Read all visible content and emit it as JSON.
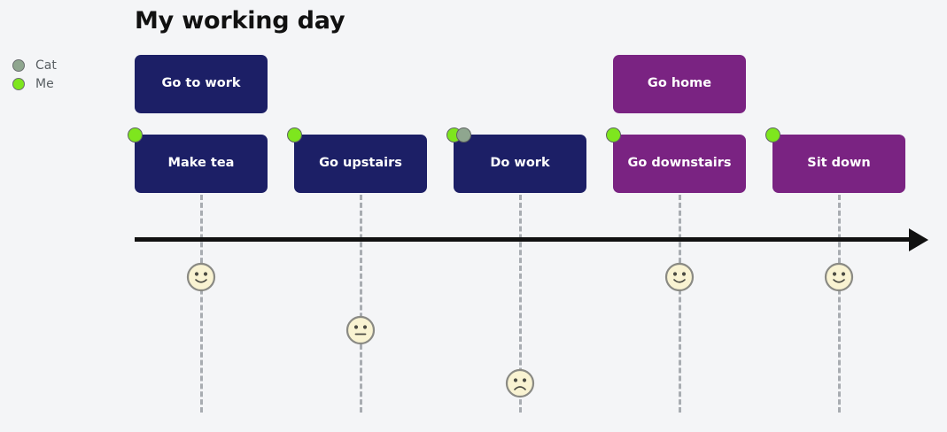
{
  "header": {
    "title": "My working day"
  },
  "legend": {
    "items": [
      {
        "label": "Cat",
        "color": "#8fa68f"
      },
      {
        "label": "Me",
        "color": "#7ee61e"
      }
    ]
  },
  "colors": {
    "background": "#f4f5f7",
    "navy": "#1c1f66",
    "purple": "#7a2382",
    "axis": "#111111",
    "dashed": "#a8acb1",
    "face_fill": "#f9f3d2",
    "face_stroke": "#8a8a84",
    "title": "#111111",
    "legend_text": "#595f63"
  },
  "axis": {
    "label": "time-arrow",
    "direction": "right"
  },
  "chart_data": {
    "type": "timeline",
    "title": "My working day",
    "legend_position": "left",
    "actors": [
      "Cat",
      "Me"
    ],
    "axis": {
      "orientation": "horizontal",
      "arrow": true,
      "labels": []
    },
    "events": [
      {
        "label": "Go to work",
        "row": "upper",
        "color": "#1c1f66",
        "actors": [],
        "mood": null
      },
      {
        "label": "Make tea",
        "row": "lower",
        "color": "#1c1f66",
        "actors": [
          "Me"
        ],
        "mood": "happy"
      },
      {
        "label": "Go upstairs",
        "row": "lower",
        "color": "#1c1f66",
        "actors": [
          "Me"
        ],
        "mood": "neutral"
      },
      {
        "label": "Do work",
        "row": "lower",
        "color": "#1c1f66",
        "actors": [
          "Me",
          "Cat"
        ],
        "mood": "sad"
      },
      {
        "label": "Go home",
        "row": "upper",
        "color": "#7a2382",
        "actors": [],
        "mood": null
      },
      {
        "label": "Go downstairs",
        "row": "lower",
        "color": "#7a2382",
        "actors": [
          "Me"
        ],
        "mood": "happy"
      },
      {
        "label": "Sit down",
        "row": "lower",
        "color": "#7a2382",
        "actors": [
          "Me"
        ],
        "mood": "happy"
      }
    ]
  }
}
